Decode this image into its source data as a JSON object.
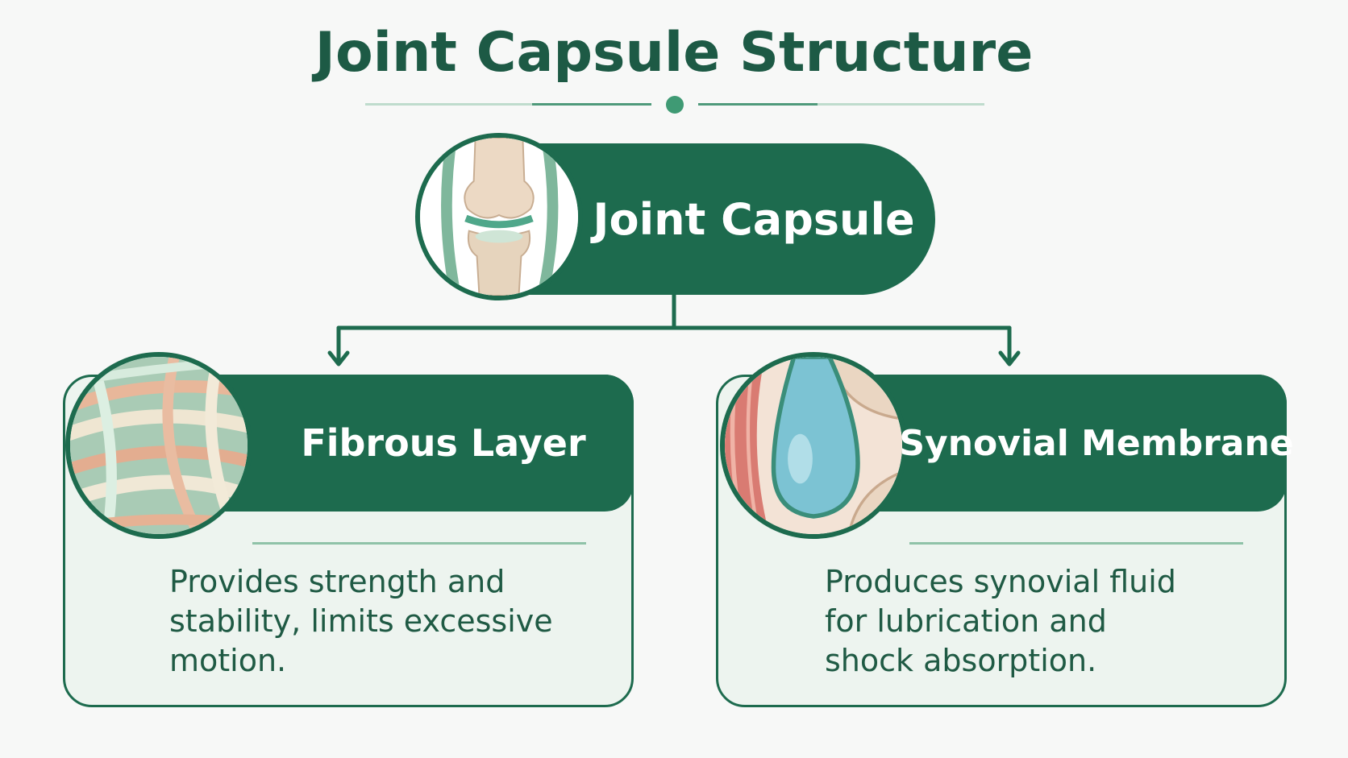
{
  "title": "Joint Capsule Structure",
  "root": {
    "label": "Joint Capsule",
    "icon": "knee-joint-icon"
  },
  "children": [
    {
      "label": "Fibrous Layer",
      "icon": "collagen-fibers-icon",
      "description": "Provides strength and\nstability, limits excessive\nmotion."
    },
    {
      "label": "Synovial Membrane",
      "icon": "synovial-fluid-icon",
      "description": "Produces synovial fluid\nfor lubrication and\nshock absorption."
    }
  ],
  "colors": {
    "primary": "#1d6b4e",
    "title": "#1d5a45",
    "card_background": "#edf4ef",
    "background": "#f7f8f7"
  }
}
